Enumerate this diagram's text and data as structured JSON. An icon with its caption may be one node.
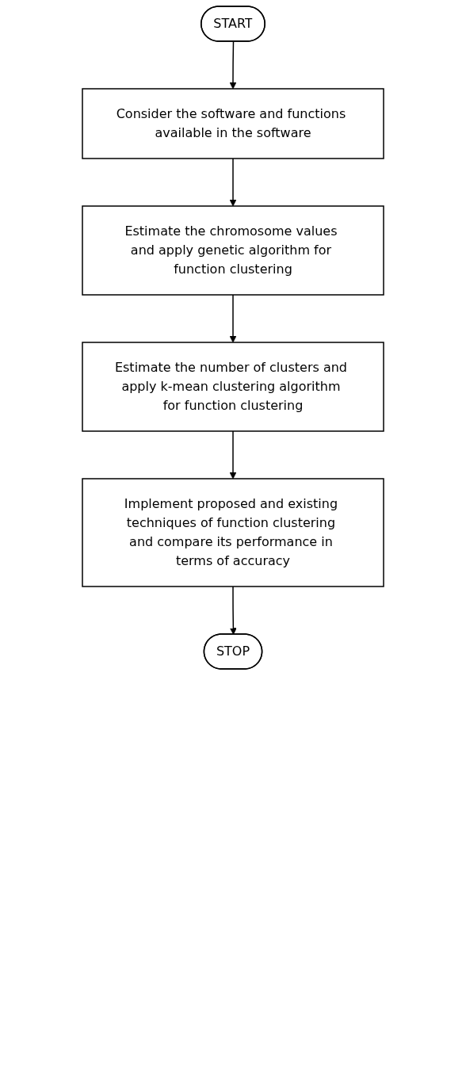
{
  "diagram": {
    "nodes": [
      {
        "text": [
          "START"
        ]
      },
      {
        "text": [
          "Consider the software and functions available in the software"
        ]
      },
      {
        "text": [
          "Estimate the chromosome values and apply genetic algorithm for function clustering"
        ]
      },
      {
        "text": [
          "Estimate the number of clusters and apply k-mean clustering algorithm for function clustering"
        ]
      },
      {
        "text": [
          "Implement proposed and existing techniques of function clustering and compare its performance in terms of accuracy"
        ]
      },
      {
        "text": [
          "STOP"
        ]
      }
    ],
    "edges": [
      {
        "from": 0,
        "to": 1,
        "arrow": "to"
      },
      {
        "from": 1,
        "to": 2,
        "arrow": "to"
      },
      {
        "from": 2,
        "to": 3,
        "arrow": "to"
      },
      {
        "from": 3,
        "to": 4,
        "arrow": "to"
      },
      {
        "from": 4,
        "to": 5,
        "arrow": "to"
      }
    ]
  }
}
